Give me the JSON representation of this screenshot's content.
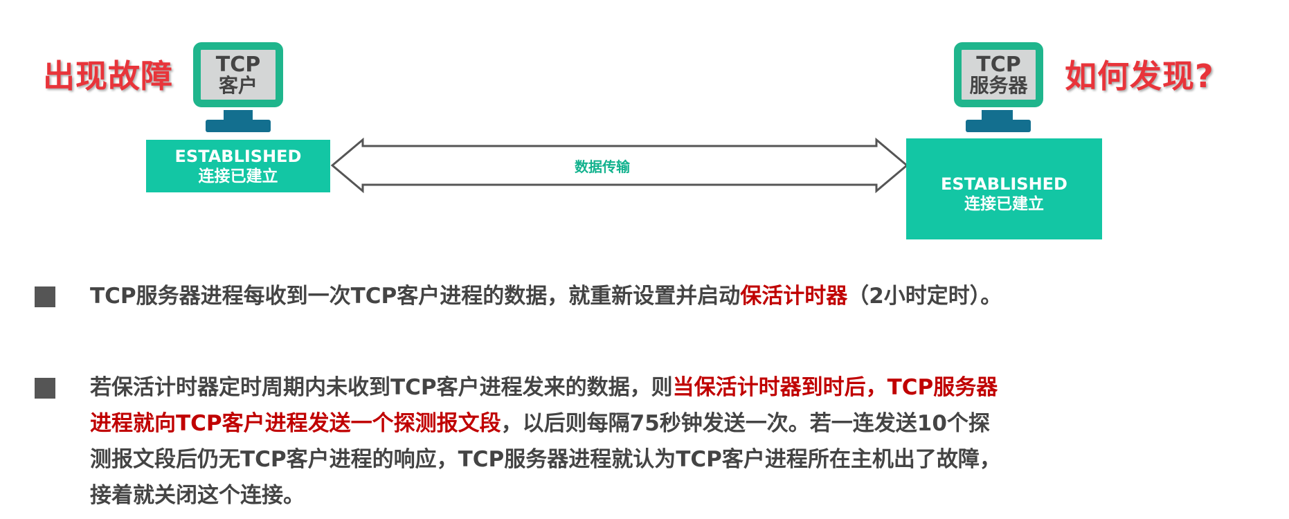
{
  "diagram": {
    "client_callout": "出现故障",
    "server_callout": "如何发现?",
    "client": {
      "line1": "TCP",
      "line2": "客户",
      "state": "ESTABLISHED",
      "state_cn": "连接已建立"
    },
    "server": {
      "line1": "TCP",
      "line2": "服务器",
      "state": "ESTABLISHED",
      "state_cn": "连接已建立"
    },
    "arrow_label": "数据传输",
    "colors": {
      "teal": "#13c6a4",
      "monitor_frame": "#1fb58c",
      "stand": "#136f8f",
      "callout_red": "#e8343a",
      "emphasis_red": "#c00000"
    }
  },
  "bullets": [
    {
      "lines": [
        [
          {
            "text": "TCP服务器进程每收到一次TCP客户进程的数据，就重新设置并启动",
            "red": false
          },
          {
            "text": "保活计时器",
            "red": true
          },
          {
            "text": "（2小时定时）。",
            "red": false
          }
        ]
      ]
    },
    {
      "lines": [
        [
          {
            "text": "若保活计时器定时周期内未收到TCP客户进程发来的数据，则",
            "red": false
          },
          {
            "text": "当保活计时器到时后，TCP服务器",
            "red": true
          }
        ],
        [
          {
            "text": "进程就向TCP客户进程发送一个探测报文段",
            "red": true
          },
          {
            "text": "，以后则每隔75秒钟发送一次。若一连发送10个探",
            "red": false
          }
        ],
        [
          {
            "text": "测报文段后仍无TCP客户进程的响应，TCP服务器进程就认为TCP客户进程所在主机出了故障，",
            "red": false
          }
        ],
        [
          {
            "text": "接着就关闭这个连接。",
            "red": false
          }
        ]
      ]
    }
  ]
}
